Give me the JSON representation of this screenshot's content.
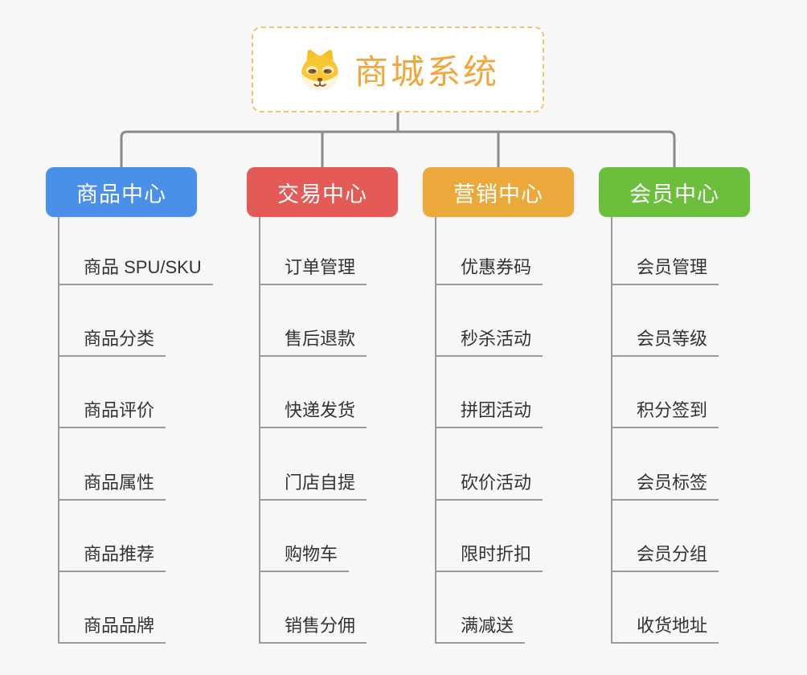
{
  "root": {
    "title": "商城系统",
    "icon": "dog-face-icon"
  },
  "branches": [
    {
      "label": "商品中心",
      "color": "#4a8fe8",
      "children": [
        "商品 SPU/SKU",
        "商品分类",
        "商品评价",
        "商品属性",
        "商品推荐",
        "商品品牌"
      ]
    },
    {
      "label": "交易中心",
      "color": "#e45a57",
      "children": [
        "订单管理",
        "售后退款",
        "快递发货",
        "门店自提",
        "购物车",
        "销售分佣"
      ]
    },
    {
      "label": "营销中心",
      "color": "#eba93c",
      "children": [
        "优惠券码",
        "秒杀活动",
        "拼团活动",
        "砍价活动",
        "限时折扣",
        "满减送"
      ]
    },
    {
      "label": "会员中心",
      "color": "#6cbe3d",
      "children": [
        "会员管理",
        "会员等级",
        "积分签到",
        "会员标签",
        "会员分组",
        "收货地址"
      ]
    }
  ],
  "colors": {
    "background": "#f7f7f7",
    "connector_line": "#8a8a8a",
    "leaf_line": "#9a9a9a",
    "leaf_text": "#333333",
    "root_border": "#f2c36e",
    "root_text": "#f1a73e"
  }
}
